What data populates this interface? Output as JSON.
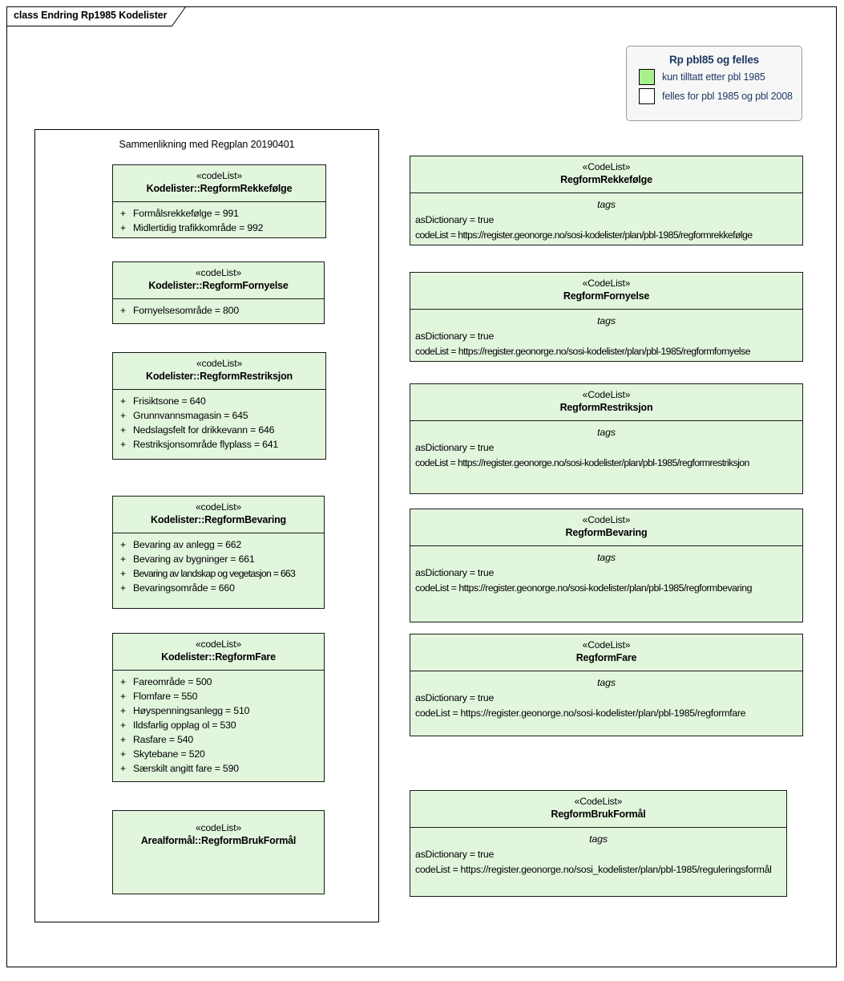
{
  "diagram": {
    "title": "class Endring Rp1985 Kodelister"
  },
  "legend": {
    "title": "Rp pbl85 og felles",
    "items": [
      {
        "label": "kun tilltatt etter pbl 1985",
        "color": "#a9f08c"
      },
      {
        "label": "felles for pbl 1985 og pbl 2008",
        "color": "#ffffff"
      }
    ]
  },
  "package": {
    "title": "Sammenlikning med Regplan 20190401"
  },
  "left_classes": [
    {
      "stereotype": "«codeList»",
      "name": "Kodelister::RegformRekkefølge",
      "attributes": [
        {
          "visibility": "+",
          "text": "Formålsrekkefølge = 991"
        },
        {
          "visibility": "+",
          "text": "Midlertidig trafikkområde = 992"
        }
      ]
    },
    {
      "stereotype": "«codeList»",
      "name": "Kodelister::RegformFornyelse",
      "attributes": [
        {
          "visibility": "+",
          "text": "Fornyelsesområde = 800"
        }
      ]
    },
    {
      "stereotype": "«codeList»",
      "name": "Kodelister::RegformRestriksjon",
      "attributes": [
        {
          "visibility": "+",
          "text": "Frisiktsone = 640"
        },
        {
          "visibility": "+",
          "text": "Grunnvannsmagasin = 645"
        },
        {
          "visibility": "+",
          "text": "Nedslagsfelt for drikkevann = 646"
        },
        {
          "visibility": "+",
          "text": "Restriksjonsområde flyplass = 641"
        }
      ]
    },
    {
      "stereotype": "«codeList»",
      "name": "Kodelister::RegformBevaring",
      "attributes": [
        {
          "visibility": "+",
          "text": "Bevaring av anlegg = 662"
        },
        {
          "visibility": "+",
          "text": "Bevaring av bygninger = 661"
        },
        {
          "visibility": "+",
          "text": "Bevaring av landskap og vegetasjon = 663"
        },
        {
          "visibility": "+",
          "text": "Bevaringsområde = 660"
        }
      ]
    },
    {
      "stereotype": "«codeList»",
      "name": "Kodelister::RegformFare",
      "attributes": [
        {
          "visibility": "+",
          "text": "Fareområde = 500"
        },
        {
          "visibility": "+",
          "text": "Flomfare = 550"
        },
        {
          "visibility": "+",
          "text": "Høyspenningsanlegg = 510"
        },
        {
          "visibility": "+",
          "text": "Ildsfarlig opplag ol = 530"
        },
        {
          "visibility": "+",
          "text": "Rasfare = 540"
        },
        {
          "visibility": "+",
          "text": "Skytebane = 520"
        },
        {
          "visibility": "+",
          "text": "Særskilt angitt fare = 590"
        }
      ]
    },
    {
      "stereotype": "«codeList»",
      "name": "Arealformål::RegformBrukFormål",
      "attributes": []
    }
  ],
  "right_classes": [
    {
      "stereotype": "«CodeList»",
      "name": "RegformRekkefølge",
      "tags_label": "tags",
      "tags": [
        "asDictionary = true",
        "codeList = https://register.geonorge.no/sosi-kodelister/plan/pbl-1985/regformrekkefølge"
      ]
    },
    {
      "stereotype": "«CodeList»",
      "name": "RegformFornyelse",
      "tags_label": "tags",
      "tags": [
        "asDictionary = true",
        "codeList = https://register.geonorge.no/sosi-kodelister/plan/pbl-1985/regformfornyelse"
      ]
    },
    {
      "stereotype": "«CodeList»",
      "name": "RegformRestriksjon",
      "tags_label": "tags",
      "tags": [
        "asDictionary = true",
        "codeList = https://register.geonorge.no/sosi-kodelister/plan/pbl-1985/regformrestriksjon"
      ]
    },
    {
      "stereotype": "«CodeList»",
      "name": "RegformBevaring",
      "tags_label": "tags",
      "tags": [
        "asDictionary = true",
        "codeList = https://register.geonorge.no/sosi-kodelister/plan/pbl-1985/regformbevaring"
      ]
    },
    {
      "stereotype": "«CodeList»",
      "name": "RegformFare",
      "tags_label": "tags",
      "tags": [
        "asDictionary = true",
        "codeList = https://register.geonorge.no/sosi-kodelister/plan/pbl-1985/regformfare"
      ]
    },
    {
      "stereotype": "«CodeList»",
      "name": "RegformBrukFormål",
      "tags_label": "tags",
      "tags": [
        "asDictionary = true",
        "codeList = https://register.geonorge.no/sosi_kodelister/plan/pbl-1985/reguleringsformål"
      ]
    }
  ],
  "colors": {
    "class_fill": "#e2f6dd",
    "class_border": "#1a1a1a",
    "legend_text": "#1f3864",
    "legend_bg": "#f7f7f7"
  }
}
